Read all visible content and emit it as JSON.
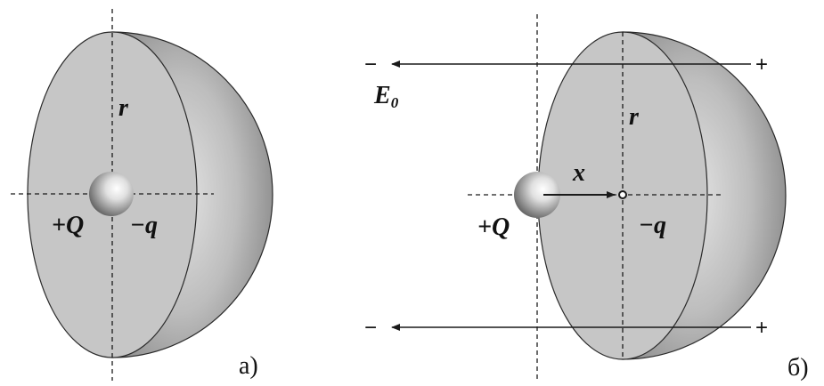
{
  "figures": [
    {
      "panel_label": "а)",
      "radius_label": "r",
      "center_charge_label": "+Q",
      "induced_charge_label": "−q"
    },
    {
      "panel_label": "б)",
      "radius_label": "r",
      "center_charge_label": "+Q",
      "induced_charge_label": "−q",
      "displacement_label": "x",
      "field_label": "E",
      "field_subscript": "0",
      "minus_sign": "−",
      "plus_sign": "+"
    }
  ],
  "colors": {
    "cut_face": "#c6c6c6",
    "shell_light": "#e2e2e2",
    "shell_dark": "#6e6e6e",
    "line": "#1a1a1a"
  }
}
